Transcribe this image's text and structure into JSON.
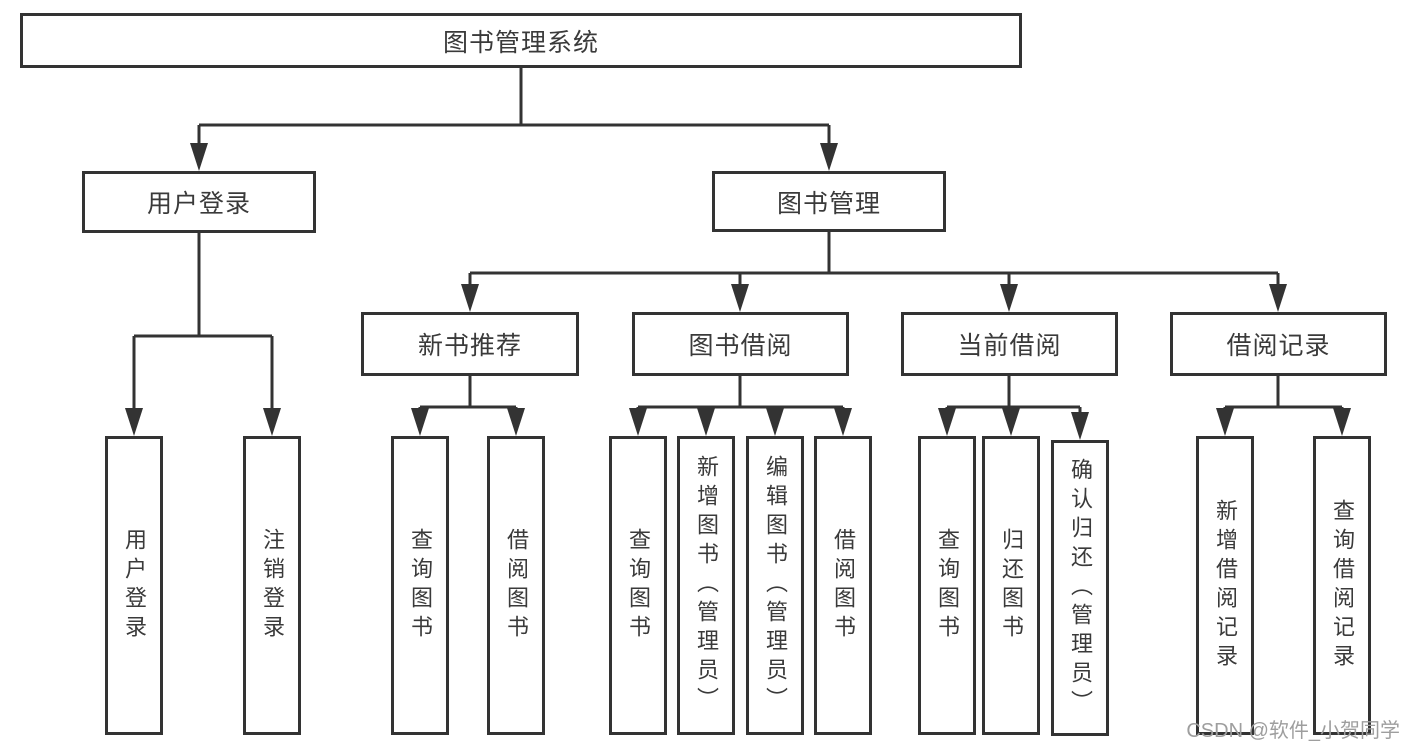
{
  "tree": {
    "label": "图书管理系统",
    "children": [
      {
        "label": "用户登录",
        "children": [
          {
            "label": "用户登录"
          },
          {
            "label": "注销登录"
          }
        ]
      },
      {
        "label": "图书管理",
        "children": [
          {
            "label": "新书推荐",
            "children": [
              {
                "label": "查询图书"
              },
              {
                "label": "借阅图书"
              }
            ]
          },
          {
            "label": "图书借阅",
            "children": [
              {
                "label": "查询图书"
              },
              {
                "label": "新增图书（管理员）"
              },
              {
                "label": "编辑图书（管理员）"
              },
              {
                "label": "借阅图书"
              }
            ]
          },
          {
            "label": "当前借阅",
            "children": [
              {
                "label": "查询图书"
              },
              {
                "label": "归还图书"
              },
              {
                "label": "确认归还（管理员）"
              }
            ]
          },
          {
            "label": "借阅记录",
            "children": [
              {
                "label": "新增借阅记录"
              },
              {
                "label": "查询借阅记录"
              }
            ]
          }
        ]
      }
    ]
  },
  "watermark": {
    "text": "CSDN @软件_小贺同学"
  },
  "colors": {
    "line": "#333333",
    "box_border": "#333333",
    "text": "#3a3a3a",
    "background": "#ffffff",
    "watermark": "#9e9e9e"
  }
}
